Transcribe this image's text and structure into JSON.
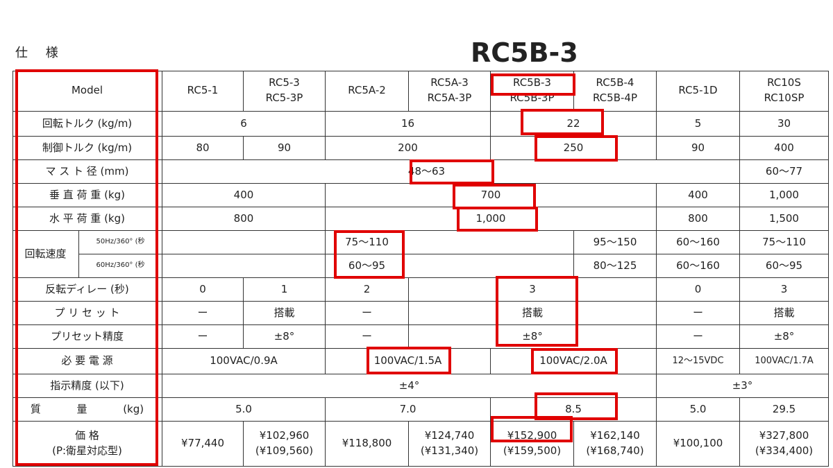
{
  "heading": "仕 様",
  "highlight_title": "RC5B-3",
  "models": [
    {
      "l1": "RC5-1",
      "l2": ""
    },
    {
      "l1": "RC5-3",
      "l2": "RC5-3P"
    },
    {
      "l1": "RC5A-2",
      "l2": ""
    },
    {
      "l1": "RC5A-3",
      "l2": "RC5A-3P"
    },
    {
      "l1": "RC5B-3",
      "l2": "RC5B-3P"
    },
    {
      "l1": "RC5B-4",
      "l2": "RC5B-4P"
    },
    {
      "l1": "RC5-1D",
      "l2": ""
    },
    {
      "l1": "RC10S",
      "l2": "RC10SP"
    }
  ],
  "labels": {
    "model": "Model",
    "rot_torque": "回転トルク (kg/m)",
    "brake_torque": "制御トルク (kg/m)",
    "mast": "マ ス ト 径 (mm)",
    "vertical": "垂 直 荷 重 (kg)",
    "horizontal": "水 平 荷 重 (kg)",
    "speed": "回転速度",
    "speed50": "50Hz/360° (秒",
    "speed60": "60Hz/360° (秒",
    "delay": "反転ディレー (秒)",
    "preset": "プ リ セ ッ ト",
    "preset_acc": "プリセット精度",
    "power": "必 要 電 源",
    "ind_acc": "指示精度 (以下)",
    "weight_a": "質",
    "weight_b": "量",
    "weight_c": "(kg)",
    "price_a": "価 格",
    "price_b": "(P:衛星対応型)"
  },
  "values": {
    "rot_torque": [
      "6",
      "16",
      "22",
      "5",
      "30"
    ],
    "brake_torque": [
      "80",
      "90",
      "200",
      "250",
      "90",
      "400"
    ],
    "mast": [
      "48〜63",
      "60〜77"
    ],
    "vertical": [
      "400",
      "700",
      "400",
      "1,000"
    ],
    "horizontal": [
      "800",
      "1,000",
      "800",
      "1,500"
    ],
    "speed50": [
      "75〜110",
      "95〜150",
      "60〜160",
      "75〜110"
    ],
    "speed60": [
      "60〜95",
      "80〜125",
      "60〜160",
      "60〜95"
    ],
    "delay": [
      "0",
      "1",
      "2",
      "3",
      "0",
      "3"
    ],
    "preset": [
      "ー",
      "搭載",
      "ー",
      "搭載",
      "ー",
      "搭載"
    ],
    "preset_acc": [
      "ー",
      "±8°",
      "ー",
      "±8°",
      "ー",
      "±8°"
    ],
    "power": [
      "100VAC/0.9A",
      "100VAC/1.5A",
      "100VAC/2.0A",
      "12〜15VDC",
      "100VAC/1.7A"
    ],
    "ind_acc": [
      "±4°",
      "±3°"
    ],
    "weight": [
      "5.0",
      "7.0",
      "8.5",
      "5.0",
      "29.5"
    ],
    "price": [
      {
        "l1": "¥77,440",
        "l2": ""
      },
      {
        "l1": "¥102,960",
        "l2": "(¥109,560)"
      },
      {
        "l1": "¥118,800",
        "l2": ""
      },
      {
        "l1": "¥124,740",
        "l2": "(¥131,340)"
      },
      {
        "l1": "¥152,900",
        "l2": "(¥159,500)"
      },
      {
        "l1": "¥162,140",
        "l2": "(¥168,740)"
      },
      {
        "l1": "¥100,100",
        "l2": ""
      },
      {
        "l1": "¥327,800",
        "l2": "(¥334,400)"
      }
    ]
  },
  "accent_color": "#e00000"
}
